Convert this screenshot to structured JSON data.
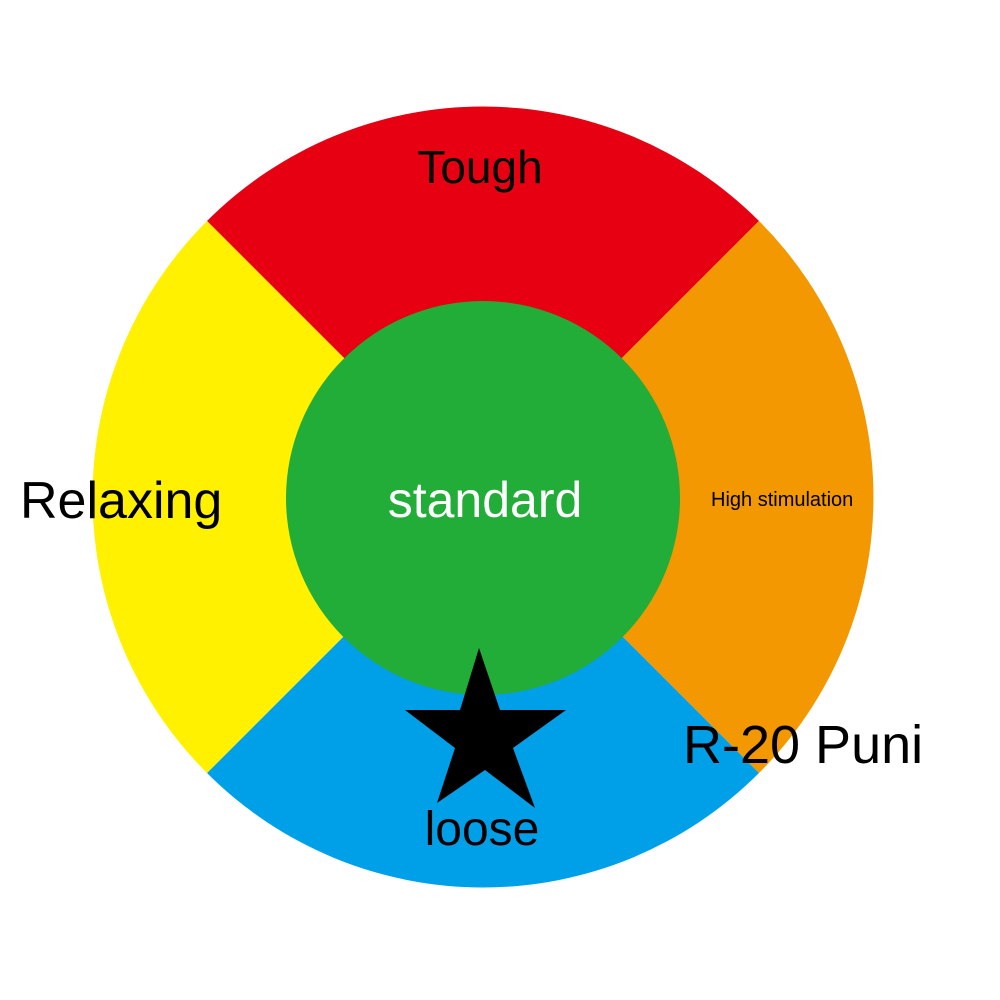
{
  "diagram": {
    "segments": [
      {
        "id": "top",
        "label": "Tough",
        "color": "#e60012"
      },
      {
        "id": "right",
        "label": "High stimulation",
        "color": "#f39800"
      },
      {
        "id": "bottom",
        "label": "loose",
        "color": "#00a0e9"
      },
      {
        "id": "left",
        "label": "Relaxing",
        "color": "#fff100"
      }
    ],
    "center": {
      "label": "standard",
      "color": "#22ac38"
    },
    "marker": {
      "icon": "star-icon",
      "label": "R-20 Puni",
      "color": "#000000"
    }
  }
}
